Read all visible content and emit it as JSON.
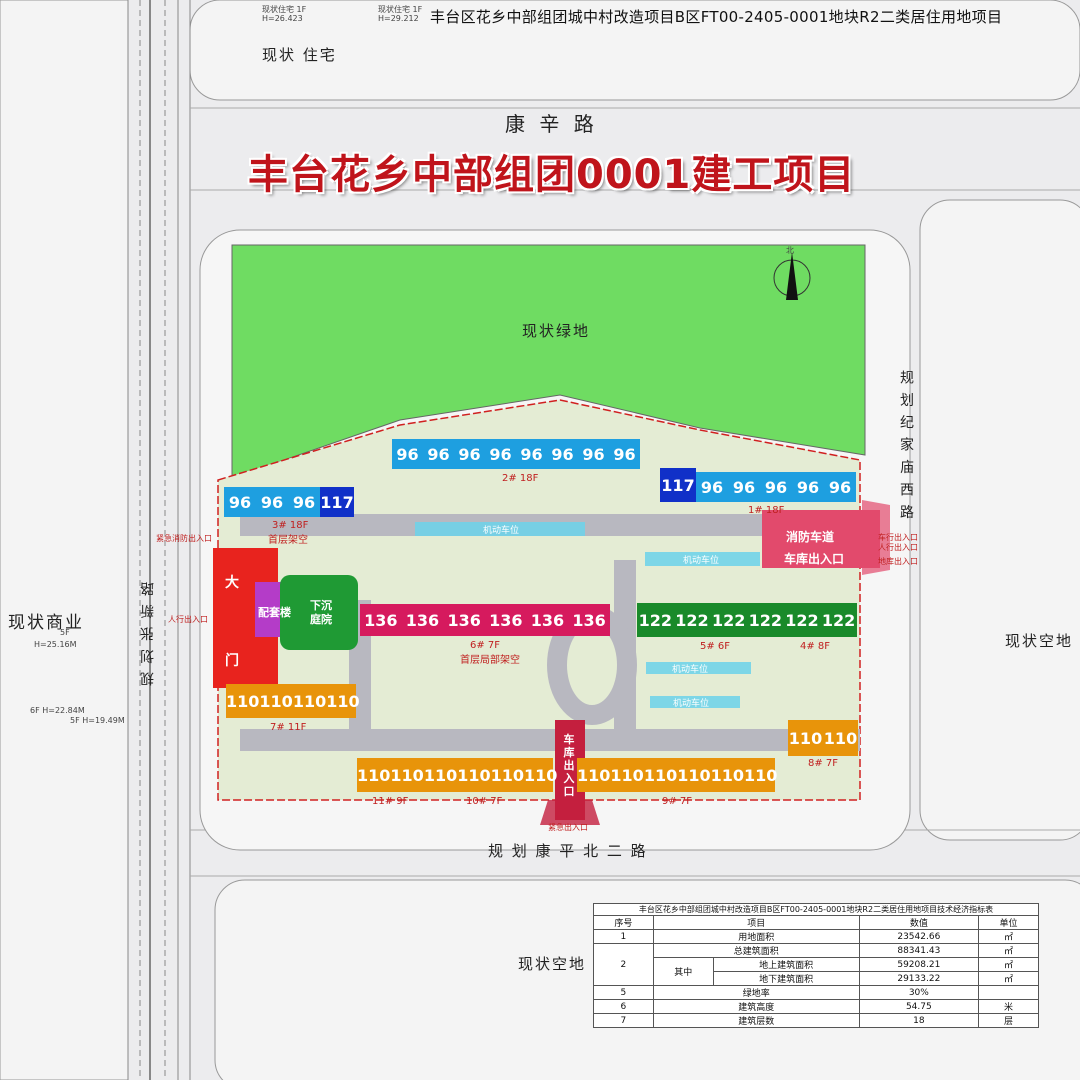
{
  "header": {
    "project_title": "丰台区花乡中部组团城中村改造项目B区FT00-2405-0001地块R2二类居住用地项目",
    "corner_notes": [
      "现状住宅 1F",
      "H=26.423",
      "现状住宅 1F",
      "H=29.212"
    ]
  },
  "main_title": "丰台花乡中部组团0001建工项目",
  "areas": {
    "existing_residential": "现状 住宅",
    "existing_green": "现状绿地",
    "existing_commercial": "现状商业",
    "existing_commercial_info": [
      "5F",
      "H=25.16M"
    ],
    "existing_vacant_east": "现状空地",
    "existing_vacant_south": "现状空地",
    "west_small": [
      "6F H=22.84M",
      "5F H=19.49M"
    ]
  },
  "roads": {
    "north": "康 辛 路",
    "south": "规 划 康 平 北 二 路",
    "west": "规 划 张 新 路",
    "east": "规 划 纪 家 庙 西 路"
  },
  "north_arrow_label": "北",
  "buildings": {
    "b2": {
      "units": [
        "96",
        "96",
        "96",
        "96",
        "96",
        "96",
        "96",
        "96"
      ],
      "label": "2#  18F"
    },
    "b3": {
      "units": [
        "96",
        "96",
        "96"
      ],
      "special": "117",
      "label": "3#  18F",
      "note": "首层架空"
    },
    "b1": {
      "special": "117",
      "units": [
        "96",
        "96",
        "96",
        "96",
        "96"
      ],
      "label": "1#  18F"
    },
    "b6": {
      "units": [
        "136",
        "136",
        "136",
        "136",
        "136",
        "136"
      ],
      "label": "6#  7F",
      "note": "首层局部架空"
    },
    "b45": {
      "units": [
        "122",
        "122",
        "122",
        "122",
        "122",
        "122"
      ],
      "label_5": "5#  6F",
      "label_4": "4#  8F"
    },
    "b7": {
      "units": [
        "110",
        "110",
        "110",
        "110"
      ],
      "label": "7#  11F"
    },
    "b8": {
      "units": [
        "110",
        "110"
      ],
      "label": "8#  7F"
    },
    "b11": {
      "units": [
        "110",
        "110",
        "110"
      ],
      "label": "11#  9F"
    },
    "b10": {
      "units": [
        "110",
        "110",
        "110"
      ],
      "label": "10#  7F"
    },
    "b9": {
      "units": [
        "110",
        "110",
        "110",
        "110",
        "110",
        "110"
      ],
      "label": "9#  7F"
    }
  },
  "facilities": {
    "gate_chars": [
      "大",
      "门"
    ],
    "support_building": "配套楼",
    "sunken_courtyard": [
      "下沉",
      "庭院"
    ],
    "fire_lane": "消防车道",
    "garage_entrance_east": "车库出入口",
    "garage_entrance_south": [
      "车",
      "库",
      "出",
      "入",
      "口"
    ],
    "parking_lots": [
      "机动车位",
      "机动车位",
      "机动车位",
      "机动车位"
    ],
    "entrance_notes": {
      "west_emergency": "紧急消防出入口",
      "west_pedestrian": "人行出入口",
      "east_vehicle": "车行出入口",
      "east_pedestrian": "人行出入口",
      "east_garage": "地库出入口",
      "south_emergency": "紧急出入口"
    }
  },
  "index_table": {
    "title": "丰台区花乡中部组团城中村改造项目B区FT00-2405-0001地块R2二类居住用地项目技术经济指标表",
    "headers": [
      "序号",
      "项目",
      "数值",
      "单位"
    ],
    "rows": [
      {
        "no": "1",
        "item": "用地面积",
        "value": "23542.66",
        "unit": "㎡"
      },
      {
        "no": "",
        "item": "总建筑面积",
        "value": "88341.43",
        "unit": "㎡"
      },
      {
        "no": "2",
        "sub": "其中",
        "item": "地上建筑面积",
        "value": "59208.21",
        "unit": "㎡"
      },
      {
        "no": "",
        "item": "地下建筑面积",
        "value": "29133.22",
        "unit": "㎡"
      },
      {
        "no": "5",
        "item": "绿地率",
        "value": "30%",
        "unit": ""
      },
      {
        "no": "6",
        "item": "建筑高度",
        "value": "54.75",
        "unit": "米"
      },
      {
        "no": "7",
        "item": "建筑层数",
        "value": "18",
        "unit": "层"
      }
    ]
  }
}
